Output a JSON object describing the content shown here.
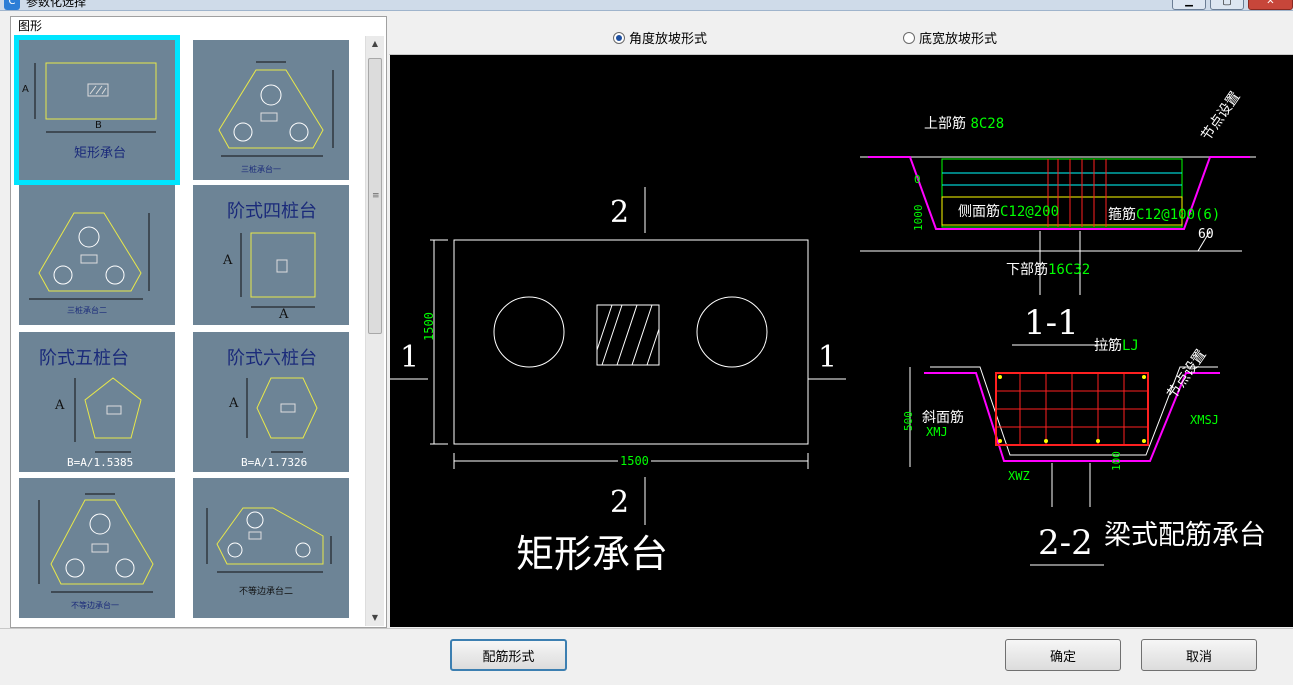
{
  "window": {
    "title": "参数化选择",
    "app_icon": "app-icon",
    "controls": [
      "minimize-icon",
      "maximize-icon",
      "close-icon"
    ]
  },
  "shape_panel": {
    "label": "图形",
    "thumbnails": [
      {
        "name": "rectangle-cap",
        "label": "矩形承台",
        "selected": true
      },
      {
        "name": "three-pile-cap",
        "label": "三桩承台一",
        "selected": false
      },
      {
        "name": "three-pile-cap-2",
        "label": "三桩承台二",
        "selected": false
      },
      {
        "name": "stepped-four-pile-cap",
        "label": "阶式四桩台",
        "selected": false
      },
      {
        "name": "stepped-five-pile-cap",
        "label": "阶式五桩台",
        "selected": false
      },
      {
        "name": "stepped-six-pile-cap",
        "label": "阶式六桩台",
        "selected": false
      },
      {
        "name": "unequal-side-cap-1",
        "label": "不等边承台一",
        "selected": false
      },
      {
        "name": "unequal-side-cap-2",
        "label": "不等边承台二",
        "selected": false
      }
    ],
    "thumb_texts": {
      "dim_a": "A",
      "dim_b": "B",
      "b_ratio_5": "B=A/1.5385",
      "b_ratio_6": "B=A/1.7326"
    }
  },
  "slope_options": {
    "option_angle": "角度放坡形式",
    "option_width": "底宽放坡形式",
    "selected": "角度放坡形式"
  },
  "drawing": {
    "section_2_top": "2",
    "section_2_bottom": "2",
    "section_1_left": "1",
    "section_1_right": "1",
    "dim_height": "1500",
    "dim_width": "1500",
    "main_title": "矩形承台",
    "sec11": {
      "top_bar": "上部筋",
      "top_bar_val": "8C28",
      "side_bar": "侧面筋",
      "side_bar_val": "C12@200",
      "stirrup": "箍筋",
      "stirrup_val": "C12@100(6)",
      "bottom_bar": "下部筋",
      "bottom_bar_val": "16C32",
      "node_setting": "节点设置",
      "dim_0": "0",
      "dim_1000": "1000",
      "angle": "60",
      "label": "1-1"
    },
    "sec22": {
      "tie_bar": "拉筋",
      "tie_bar_val": "LJ",
      "node_setting": "节点设置",
      "slope_bar": "斜面筋",
      "xmj": "XMJ",
      "xmsj": "XMSJ",
      "xwz": "XWZ",
      "dim_500": "500",
      "dim_100": "100",
      "label": "2-2",
      "caption": "梁式配筋承台"
    }
  },
  "buttons": {
    "rebar_form": "配筋形式",
    "ok": "确定",
    "cancel": "取消"
  },
  "colors": {
    "selection": "#00e5ff",
    "thumb_bg": "#6d8496",
    "canvas_bg": "#000000",
    "cad_green": "#00ff00",
    "cad_magenta": "#ff00ff",
    "cad_red": "#ff2020",
    "cad_cyan": "#00ffff",
    "cad_yellow": "#ffff00"
  }
}
